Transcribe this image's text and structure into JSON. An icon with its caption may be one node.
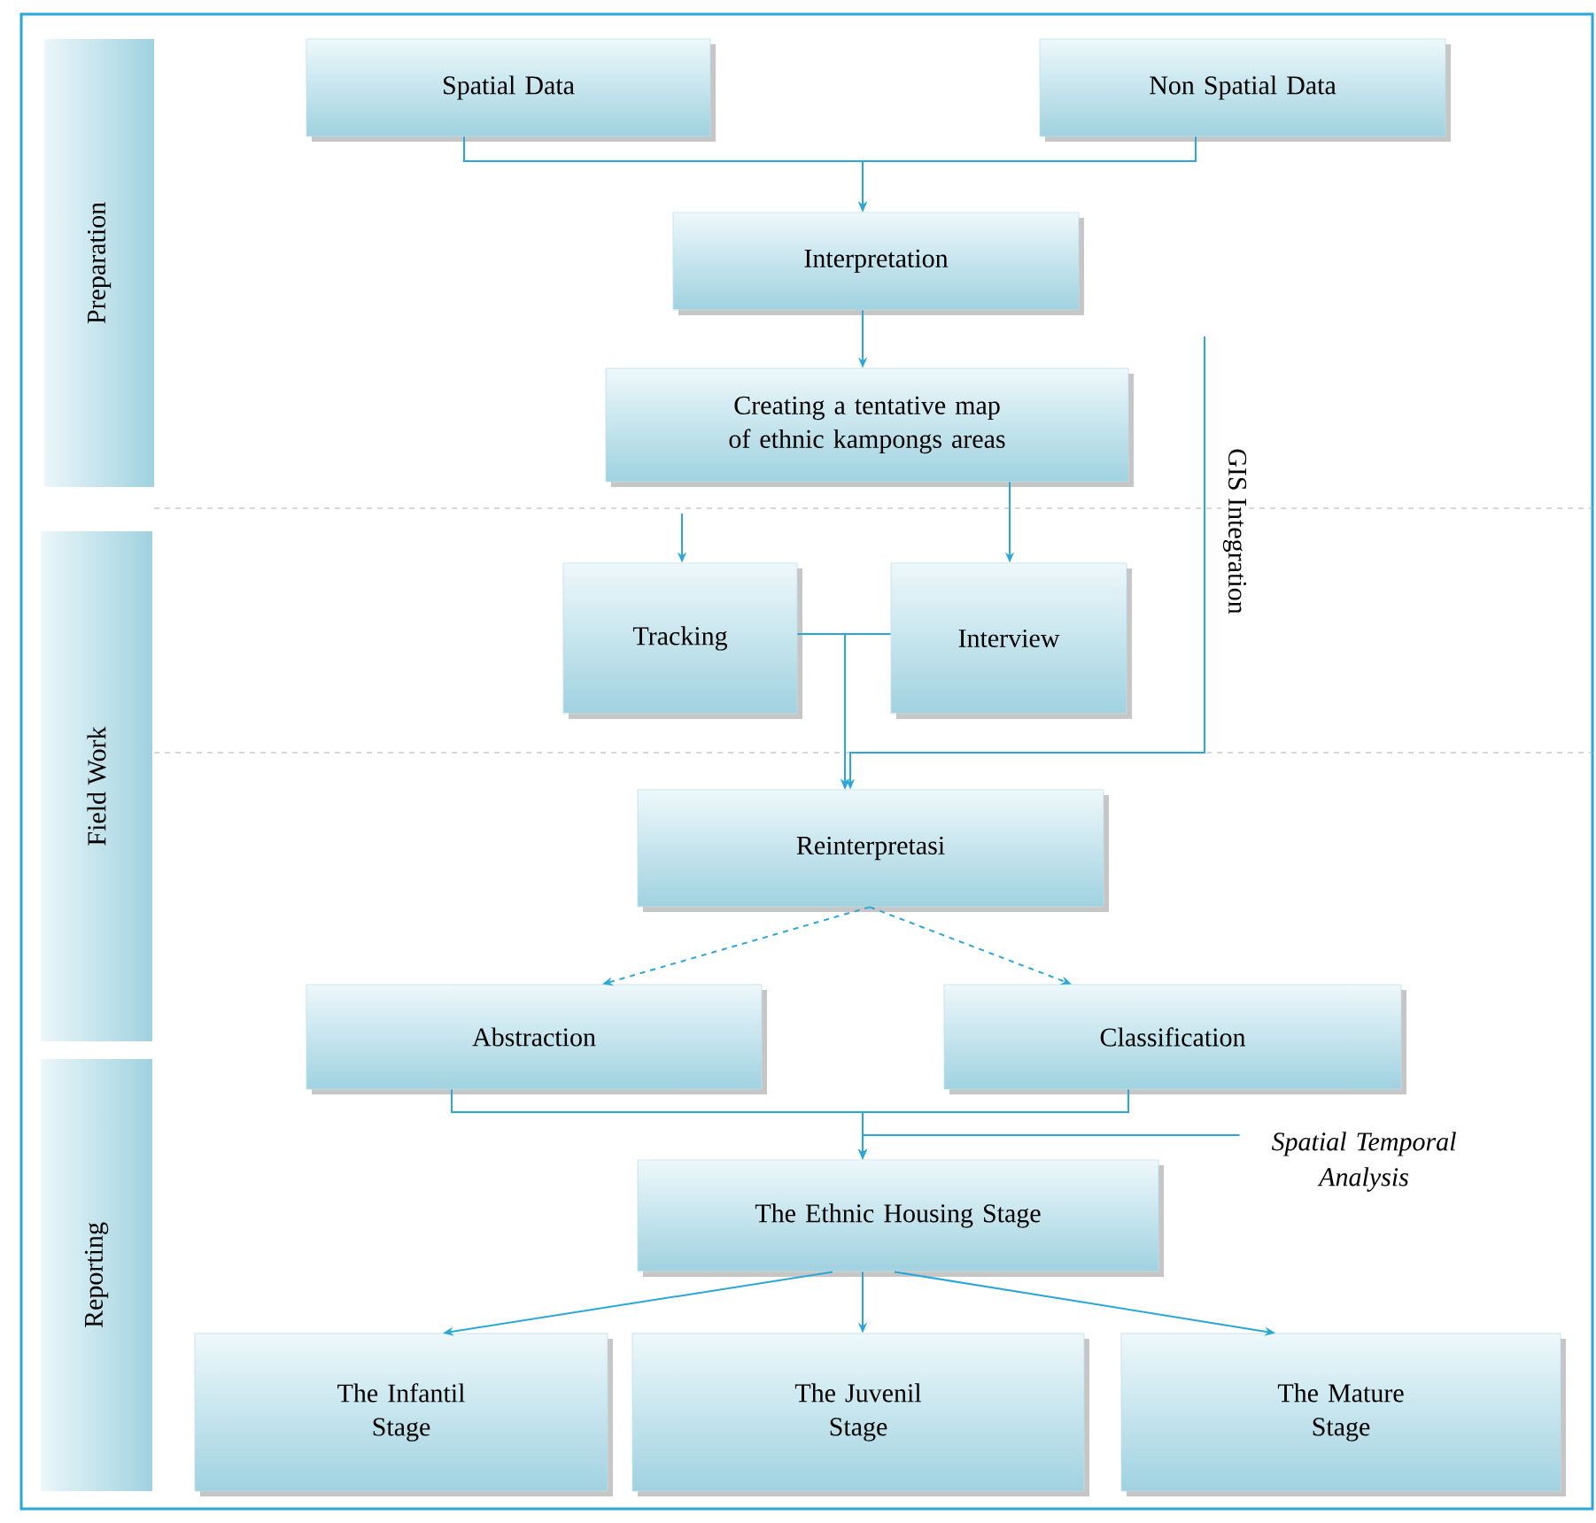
{
  "diagram": {
    "nodes": [
      {
        "text": [
          "Preparation"
        ]
      },
      {
        "text": [
          "Field Work"
        ]
      },
      {
        "text": [
          "Reporting"
        ]
      },
      {
        "text": [
          "Spatial Data"
        ]
      },
      {
        "text": [
          "Non Spatial Data"
        ]
      },
      {
        "text": [
          "Interpretation"
        ]
      },
      {
        "text": [
          "Creating a tentative map of ethnic kampongs areas"
        ]
      },
      {
        "text": [
          "Tracking"
        ]
      },
      {
        "text": [
          "Interview"
        ]
      },
      {
        "text": [
          "Reinterpretasi"
        ]
      },
      {
        "text": [
          "Abstraction"
        ]
      },
      {
        "text": [
          "Classification"
        ]
      },
      {
        "text": [
          "The Ethnic Housing Stage"
        ]
      },
      {
        "text": [
          "The Infantil Stage"
        ]
      },
      {
        "text": [
          "The Juvenil Stage"
        ]
      },
      {
        "text": [
          "The Mature Stage"
        ]
      },
      {
        "text": [
          "*Spatial Temporal Analysis*"
        ]
      }
    ],
    "edges": [
      {
        "from": 3,
        "to": 5,
        "arrow": "to"
      },
      {
        "from": 4,
        "to": 5,
        "arrow": "to"
      },
      {
        "from": 5,
        "to": 6,
        "arrow": "to"
      },
      {
        "from": 6,
        "to": 8,
        "arrow": "to"
      },
      {
        "from": null,
        "to": 7,
        "arrow": "to"
      },
      {
        "from": 7,
        "to": 9,
        "arrow": "to"
      },
      {
        "from": 8,
        "to": 9,
        "arrow": "to"
      },
      {
        "from": null,
        "to": 9,
        "arrow": "to",
        "label": "GIS Integration"
      },
      {
        "from": 9,
        "to": 10,
        "arrow": "to",
        "style": "dashed"
      },
      {
        "from": 9,
        "to": 11,
        "arrow": "to",
        "style": "dashed"
      },
      {
        "from": 10,
        "to": 12,
        "arrow": "to"
      },
      {
        "from": 11,
        "to": 12,
        "arrow": "to"
      },
      {
        "from": 16,
        "to": 12,
        "arrow": "to"
      },
      {
        "from": 12,
        "to": 13,
        "arrow": "to"
      },
      {
        "from": 12,
        "to": 14,
        "arrow": "to"
      },
      {
        "from": 12,
        "to": 15,
        "arrow": "to"
      }
    ]
  }
}
